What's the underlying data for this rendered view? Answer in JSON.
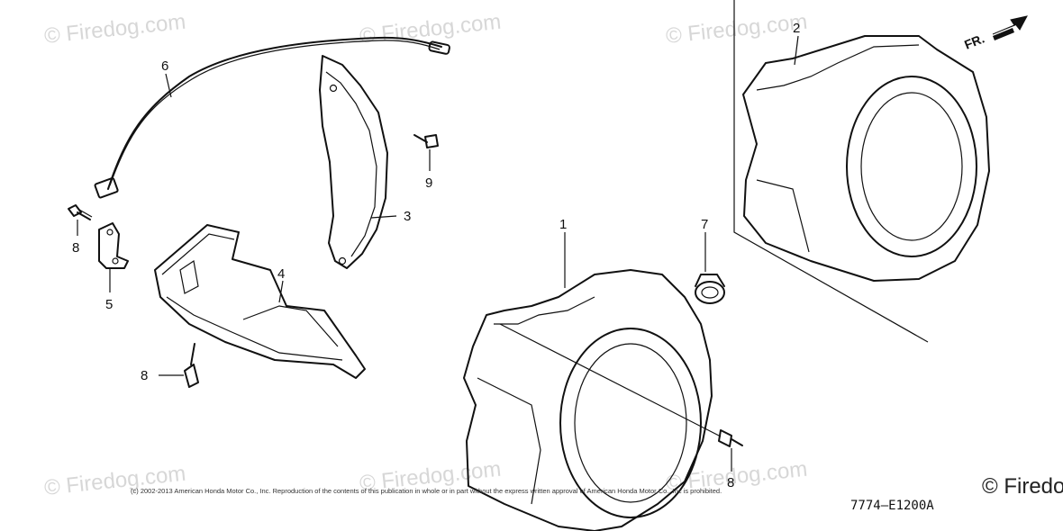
{
  "watermark": {
    "text": "© Firedog.com",
    "corner_text": "© Firedog"
  },
  "front_marker": "FR.",
  "callouts": {
    "c1": "1",
    "c2": "2",
    "c3": "3",
    "c4": "4",
    "c5": "5",
    "c6": "6",
    "c7": "7",
    "c8a": "8",
    "c8b": "8",
    "c8c": "8",
    "c9": "9"
  },
  "footer": {
    "copyright": "(c) 2002-2013 American Honda Motor Co., Inc. Reproduction of the contents of this publication in whole or in part without the express written approval of American Honda Motor Co., Inc is prohibited.",
    "diagram_code": "7774—E1200A"
  }
}
